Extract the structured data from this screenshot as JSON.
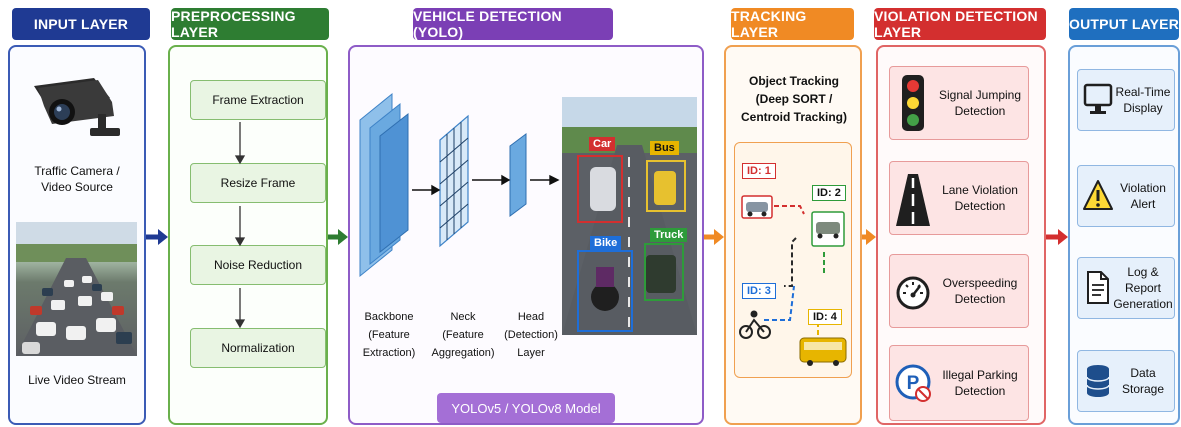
{
  "layers": {
    "input": {
      "title": "INPUT LAYER",
      "camera_label": "Traffic Camera / Video Source",
      "stream_label": "Live Video Stream"
    },
    "preprocessing": {
      "title": "PREPROCESSING LAYER",
      "steps": [
        "Frame Extraction",
        "Resize Frame",
        "Noise Reduction",
        "Normalization"
      ]
    },
    "detection": {
      "title": "VEHICLE DETECTION (YOLO)",
      "backbone": "Backbone",
      "backbone_sub": "(Feature Extraction)",
      "neck": "Neck",
      "neck_sub": "(Feature Aggregation)",
      "head": "Head",
      "head_sub": "(Detection) Layer",
      "model": "YOLOv5 / YOLOv8 Model",
      "detections": [
        "Car",
        "Bus",
        "Bike",
        "Truck"
      ]
    },
    "tracking": {
      "title": "TRACKING LAYER",
      "subtitle": "Object Tracking (Deep SORT / Centroid Tracking)",
      "ids": [
        "ID: 1",
        "ID: 2",
        "ID: 3",
        "ID: 4"
      ]
    },
    "violation": {
      "title": "VIOLATION DETECTION LAYER",
      "items": [
        "Signal Jumping Detection",
        "Lane Violation Detection",
        "Overspeeding Detection",
        "Illegal Parking Detection"
      ]
    },
    "output": {
      "title": "OUTPUT LAYER",
      "items": [
        "Real-Time Display",
        "Violation Alert",
        "Log & Report Generation",
        "Data Storage"
      ]
    }
  },
  "colors": {
    "input": "#1f3a93",
    "preprocessing": "#2e7d32",
    "detection": "#7b3fb5",
    "tracking": "#f08a24",
    "violation": "#d32f2f",
    "output": "#1f6fbf"
  }
}
